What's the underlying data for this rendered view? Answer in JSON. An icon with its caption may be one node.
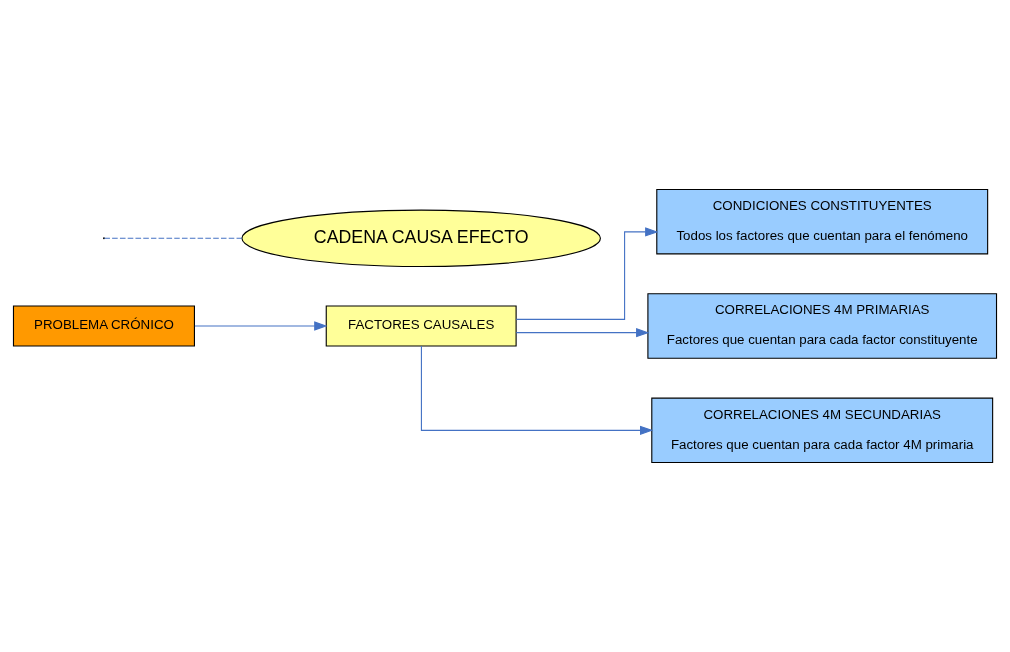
{
  "diagram": {
    "nodes": [
      {
        "text": [
          "PROBLEMA CRÓNICO"
        ]
      },
      {
        "text": [
          "FACTORES CAUSALES"
        ]
      },
      {
        "text": [
          "CONDICIONES CONSTITUYENTES",
          "Todos los factores que cuentan para el fenómeno"
        ]
      },
      {
        "text": [
          "CORRELACIONES 4M PRIMARIAS",
          "Factores que cuentan para cada factor constituyente"
        ]
      },
      {
        "text": [
          "CORRELACIONES 4M SECUNDARIAS",
          "Factores que cuentan para cada factor 4M primaria"
        ]
      },
      {
        "text": [
          "CADENA CAUSA EFECTO"
        ]
      }
    ],
    "edges": [
      {
        "from": 0,
        "to": 1,
        "arrow": "to"
      },
      {
        "from": 1,
        "to": 2,
        "arrow": "to"
      },
      {
        "from": 1,
        "to": 3,
        "arrow": "to"
      },
      {
        "from": 1,
        "to": 4,
        "arrow": "to"
      },
      {
        "from": 5,
        "to": null,
        "arrow": "none",
        "style": "dashed"
      }
    ]
  }
}
